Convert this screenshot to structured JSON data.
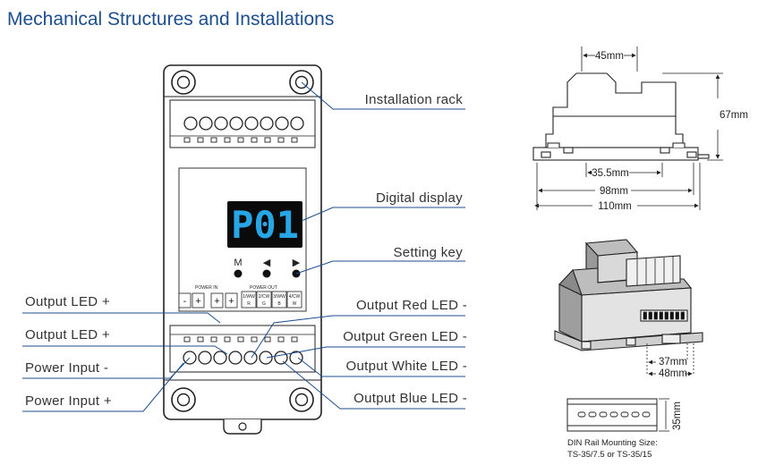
{
  "title": "Mechanical Structures and Installations",
  "callouts": {
    "installation_rack": "Installation rack",
    "digital_display": "Digital display",
    "setting_key": "Setting key",
    "output_led_plus_1": "Output LED +",
    "output_led_plus_2": "Output LED +",
    "power_input_minus": "Power Input -",
    "power_input_plus": "Power Input +",
    "output_red": "Output Red LED -",
    "output_green": "Output Green LED -",
    "output_white": "Output White LED -",
    "output_blue": "Output Blue LED -"
  },
  "display": {
    "text": "P01"
  },
  "keys": {
    "m": "M",
    "left": "◀",
    "right": "▶"
  },
  "terminal_labels": {
    "power_in": "POWER IN",
    "power_out": "POWER OUT",
    "minus": "-",
    "plus": "+",
    "ch1_top": "1/WW",
    "ch1_bot": "R",
    "ch2_top": "2/CW",
    "ch2_bot": "G",
    "ch3_top": "3/WW",
    "ch3_bot": "B",
    "ch4_top": "4/CW",
    "ch4_bot": "W"
  },
  "dimensions": {
    "width_top": "45mm",
    "height": "67mm",
    "rail_inner": "35.5mm",
    "base_98": "98mm",
    "base_110": "110mm",
    "depth_37": "37mm",
    "depth_48": "48mm",
    "rail_height": "35mm"
  },
  "din_note": {
    "line1": "DIN Rail Mounting Size:",
    "line2": "TS-35/7.5 or TS-35/15"
  },
  "colors": {
    "title": "#1d4e8f",
    "callout_line": "#1d4e8f",
    "display_digits": "#27a6e6"
  }
}
